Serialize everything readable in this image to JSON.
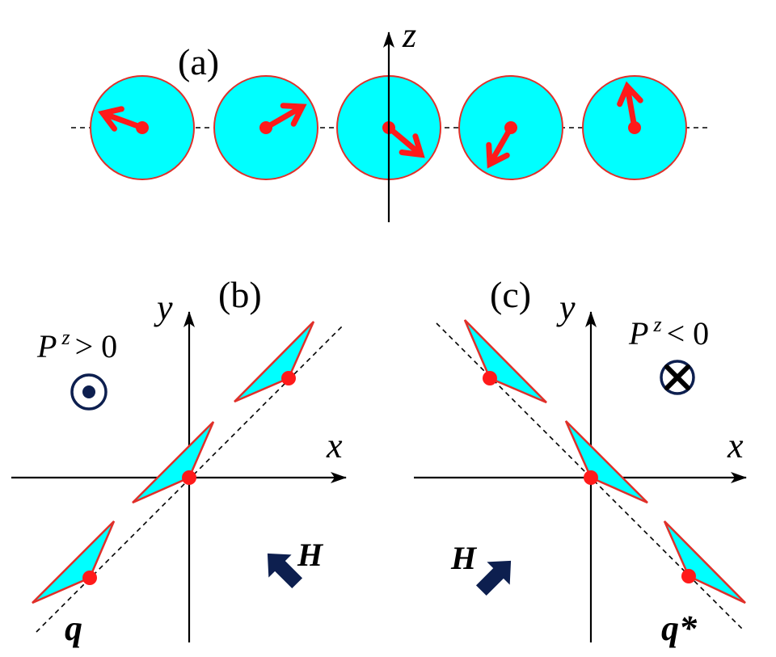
{
  "panel_a": {
    "label": "(a)",
    "axis_label": "z",
    "circles": [
      {
        "spin_deg": 200
      },
      {
        "spin_deg": 330
      },
      {
        "spin_deg": 40
      },
      {
        "spin_deg": 120
      },
      {
        "spin_deg": 260
      }
    ]
  },
  "panel_b": {
    "label": "(b)",
    "x_label": "x",
    "y_label": "y",
    "polarization": {
      "symbol": "P",
      "sup": "z",
      "relation": "> 0"
    },
    "wavevector": "q",
    "field_label": "H",
    "polarization_icon": "dot-in-circle-icon"
  },
  "panel_c": {
    "label": "(c)",
    "x_label": "x",
    "y_label": "y",
    "polarization": {
      "symbol": "P",
      "sup": "z",
      "relation": "< 0"
    },
    "wavevector": "q*",
    "field_label": "H",
    "polarization_icon": "cross-in-circle-icon"
  },
  "colors": {
    "fill": "#00ffff",
    "spin": "#ff1a1a",
    "outline": "#e0302a",
    "field_arrow": "#0d1f4f",
    "axes": "#000000"
  }
}
